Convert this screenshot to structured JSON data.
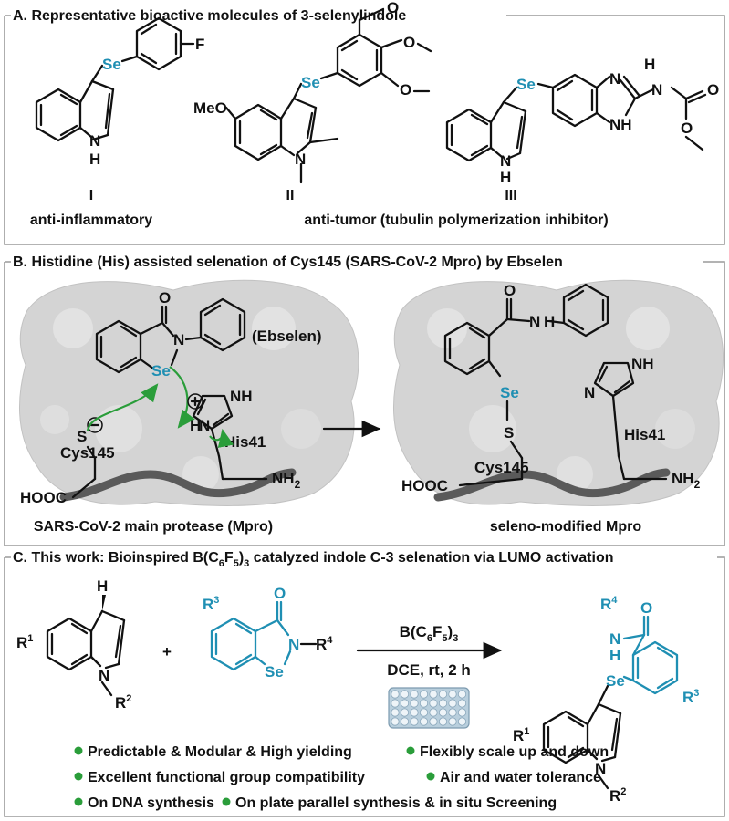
{
  "section_a": {
    "title": "A. Representative bioactive molecules of 3-selenylindole",
    "compound_i": {
      "label": "I",
      "activity": "anti-inflammatory"
    },
    "compound_ii": {
      "label": "II"
    },
    "compound_iii": {
      "label": "III"
    },
    "activity_ii_iii": "anti-tumor (tubulin polymerization inhibitor)"
  },
  "section_b": {
    "title": "B. Histidine (His) assisted selenation of Cys145  (SARS-CoV-2 Mpro)  by Ebselen",
    "ebselen_label": "(Ebselen)",
    "cys": "Cys145",
    "his": "His41",
    "left_caption": "SARS-CoV-2 main protease (Mpro)",
    "right_caption": "seleno-modified Mpro"
  },
  "section_c": {
    "title": "C. This work: Bioinspired B(C6F5)3 catalyzed indole C-3 selenation via LUMO activation",
    "title_parts": [
      "C. This work: Bioinspired B(C",
      "6",
      "F",
      "5",
      ")",
      "3",
      " catalyzed indole C-3 selenation via LUMO activation"
    ],
    "plus": "+",
    "catalyst": [
      "B(C",
      "6",
      "F",
      "5",
      ")",
      "3"
    ],
    "conditions": "DCE, rt, 2 h",
    "bullets": [
      "Predictable & Modular & High yielding",
      "Flexibly scale up and down",
      "Excellent functional group compatibility",
      "Air and water tolerance",
      "On DNA synthesis",
      "On plate parallel synthesis & in situ Screening"
    ]
  },
  "atoms": {
    "Se": "Se",
    "F": "F",
    "N": "N",
    "H": "H",
    "NH": "NH",
    "O": "O",
    "MeO": "MeO",
    "S": "S",
    "HOOC": "HOOC",
    "NH2": "NH",
    "sub2": "2"
  },
  "colors": {
    "teal": "#1f8fb3",
    "green": "#2a9d3a",
    "frame": "#9a9a9a"
  }
}
